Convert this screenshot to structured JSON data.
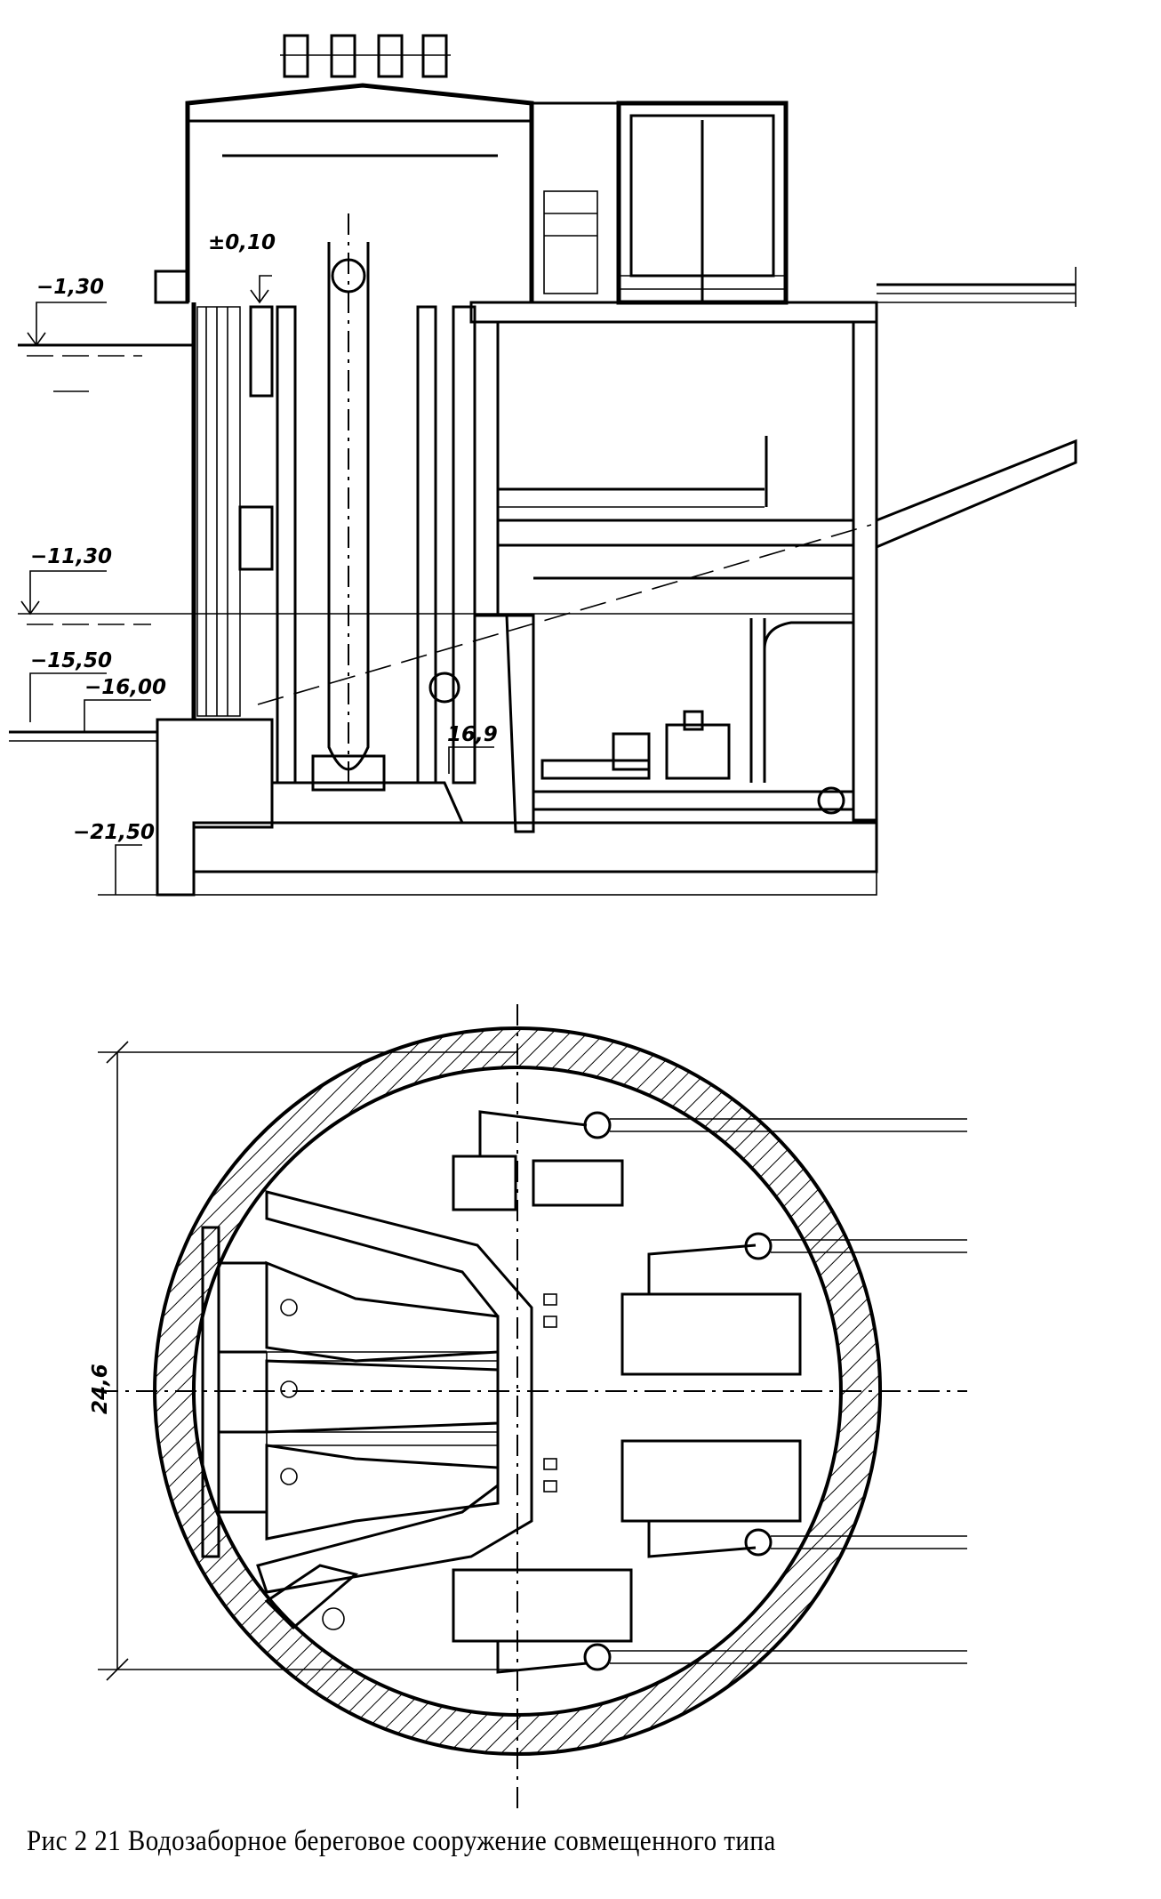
{
  "section": {
    "levels": {
      "top": "±0,10",
      "water_high": "−1,30",
      "water_low": "−11,30",
      "level_1550": "−15,50",
      "ground": "−16,00",
      "pump_axis": "16,9",
      "bottom": "−21,50"
    }
  },
  "plan": {
    "diameter_label": "24,6"
  },
  "caption": "Рис  2 21  Водозаборное береговое сооружение совмещенного типа"
}
